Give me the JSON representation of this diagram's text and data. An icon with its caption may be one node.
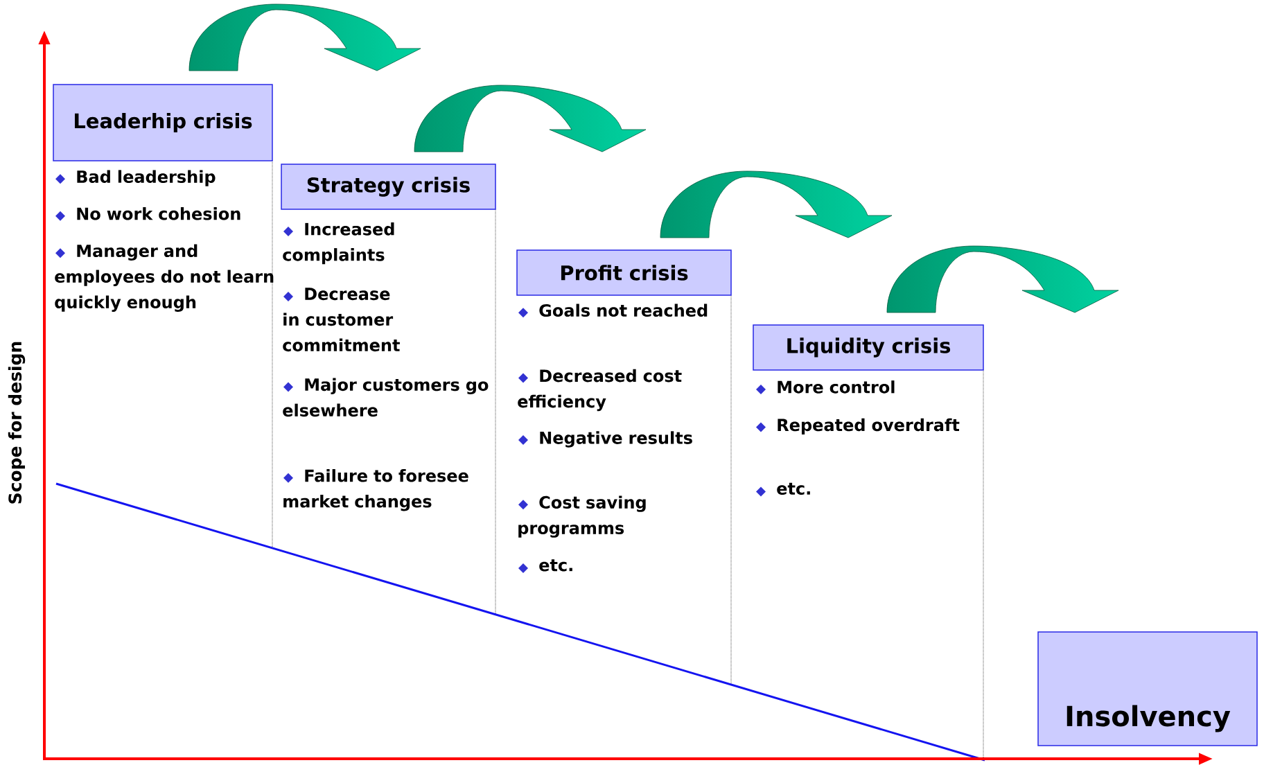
{
  "diagram": {
    "nodes": [
      {
        "text": [
          "Leaderhip crisis"
        ],
        "beside": [
          "Bad leadership",
          "No work cohesion",
          "Manager and employees do not learn quickly enough"
        ]
      },
      {
        "text": [
          "Strategy crisis"
        ],
        "beside": [
          "Increased complaints",
          "Decrease in customer commitment",
          "Major customers go elsewhere",
          "Failure to foresee market changes"
        ]
      },
      {
        "text": [
          "Profit crisis"
        ],
        "beside": [
          "Goals not reached",
          "Decreased cost efficiency",
          "Negative results",
          "Cost saving programms",
          "etc."
        ]
      },
      {
        "text": [
          "Liquidity crisis"
        ],
        "beside": [
          "More control",
          "Repeated overdraft",
          "etc."
        ]
      },
      {
        "text": [
          "Insolvency"
        ]
      }
    ],
    "labels": [
      "Scope for design"
    ]
  }
}
